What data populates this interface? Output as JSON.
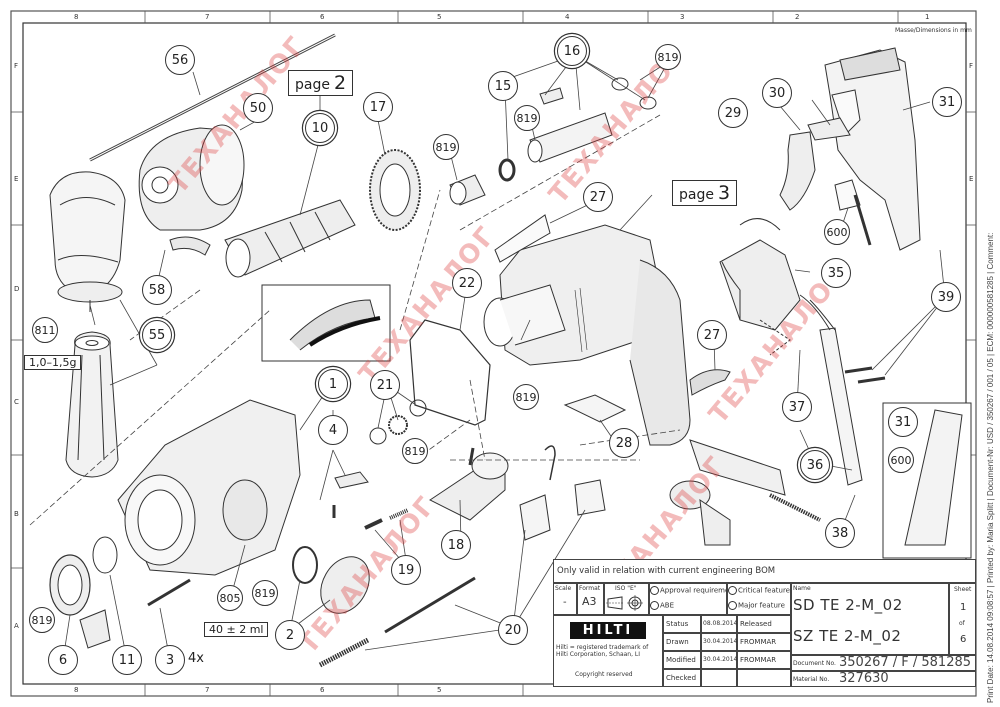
{
  "drawing": {
    "title": "Hilti TE 2-M exploded view parts drawing",
    "dimensions_note": "Masse/Dimensions in mm",
    "zones_top": [
      "8",
      "7",
      "6",
      "5",
      "4",
      "3",
      "2",
      "1"
    ],
    "zones_bottom": [
      "8",
      "7",
      "6",
      "5",
      "4",
      "3",
      "2",
      "1"
    ],
    "zones_side": [
      "F",
      "E",
      "D",
      "C",
      "B",
      "A"
    ],
    "print_info": "Print Date: 14.08.2014 09:08:57 | Printed by: Maria Splitt | Document-Nr: USD / 350267 / 001 / 05 | ECM: 000000581285 | Comment:",
    "watermark": "ТЕХАНАЛОГ"
  },
  "page_refs": [
    {
      "label": "page",
      "number": "2"
    },
    {
      "label": "page",
      "number": "3"
    }
  ],
  "callouts": [
    {
      "id": "56"
    },
    {
      "id": "50"
    },
    {
      "id": "10"
    },
    {
      "id": "17"
    },
    {
      "id": "15"
    },
    {
      "id": "16"
    },
    {
      "id": "819"
    },
    {
      "id": "819"
    },
    {
      "id": "819"
    },
    {
      "id": "30"
    },
    {
      "id": "29"
    },
    {
      "id": "31"
    },
    {
      "id": "58"
    },
    {
      "id": "55"
    },
    {
      "id": "811"
    },
    {
      "id": "27"
    },
    {
      "id": "22"
    },
    {
      "id": "600"
    },
    {
      "id": "35"
    },
    {
      "id": "39"
    },
    {
      "id": "27"
    },
    {
      "id": "819"
    },
    {
      "id": "28"
    },
    {
      "id": "1"
    },
    {
      "id": "4"
    },
    {
      "id": "21"
    },
    {
      "id": "819"
    },
    {
      "id": "37"
    },
    {
      "id": "36"
    },
    {
      "id": "31"
    },
    {
      "id": "600"
    },
    {
      "id": "38"
    },
    {
      "id": "18"
    },
    {
      "id": "19"
    },
    {
      "id": "819"
    },
    {
      "id": "6"
    },
    {
      "id": "11"
    },
    {
      "id": "3"
    },
    {
      "id": "805"
    },
    {
      "id": "819"
    },
    {
      "id": "2"
    },
    {
      "id": "20"
    }
  ],
  "specs": {
    "grease_811": "1,0–1,5g",
    "grease_805": "40 ± 2 ml",
    "qty_3": "4x"
  },
  "title_block": {
    "validity_note": "Only valid in relation with current engineering BOM",
    "scale_label": "Scale",
    "scale_value": "-",
    "format_label": "Format",
    "format_value": "A3",
    "iso_label": "ISO \"E\"",
    "approval_requirement": "Approval requirement",
    "abe": "ABE",
    "critical_feature": "Critical feature",
    "major_feature": "Major feature",
    "name_label": "Name",
    "name_1": "SD TE 2-M_02",
    "name_2": "SZ TE 2-M_02",
    "sheet_label": "Sheet",
    "sheet_number": "1",
    "sheet_of": "of",
    "sheet_total": "6",
    "logo": "HILTI",
    "trademark": "Hilti = registered trademark of Hilti Corporation, Schaan, LI",
    "copyright": "Copyright reserved",
    "rows": [
      {
        "label": "Status",
        "date": "08.08.2014",
        "value": "Released"
      },
      {
        "label": "Drawn",
        "date": "30.04.2014",
        "value": "FROMMAR"
      },
      {
        "label": "Modified",
        "date": "30.04.2014",
        "value": "FROMMAR"
      },
      {
        "label": "Checked",
        "date": "",
        "value": ""
      }
    ],
    "document_label": "Document No.",
    "document_value": "350267 / F / 581285",
    "material_label": "Material No.",
    "material_value": "327630"
  }
}
